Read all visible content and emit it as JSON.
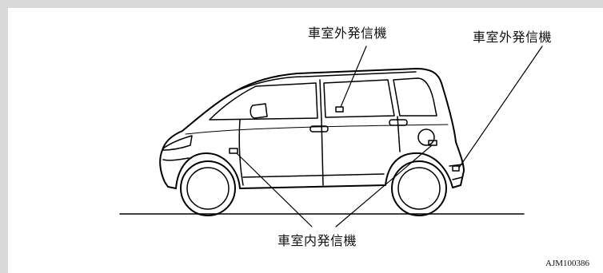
{
  "labels": {
    "exterior_transmitter_center": "車室外発信機",
    "exterior_transmitter_rear": "車室外発信機",
    "interior_transmitter": "車室内発信機"
  },
  "figure_code": "AJM100386"
}
